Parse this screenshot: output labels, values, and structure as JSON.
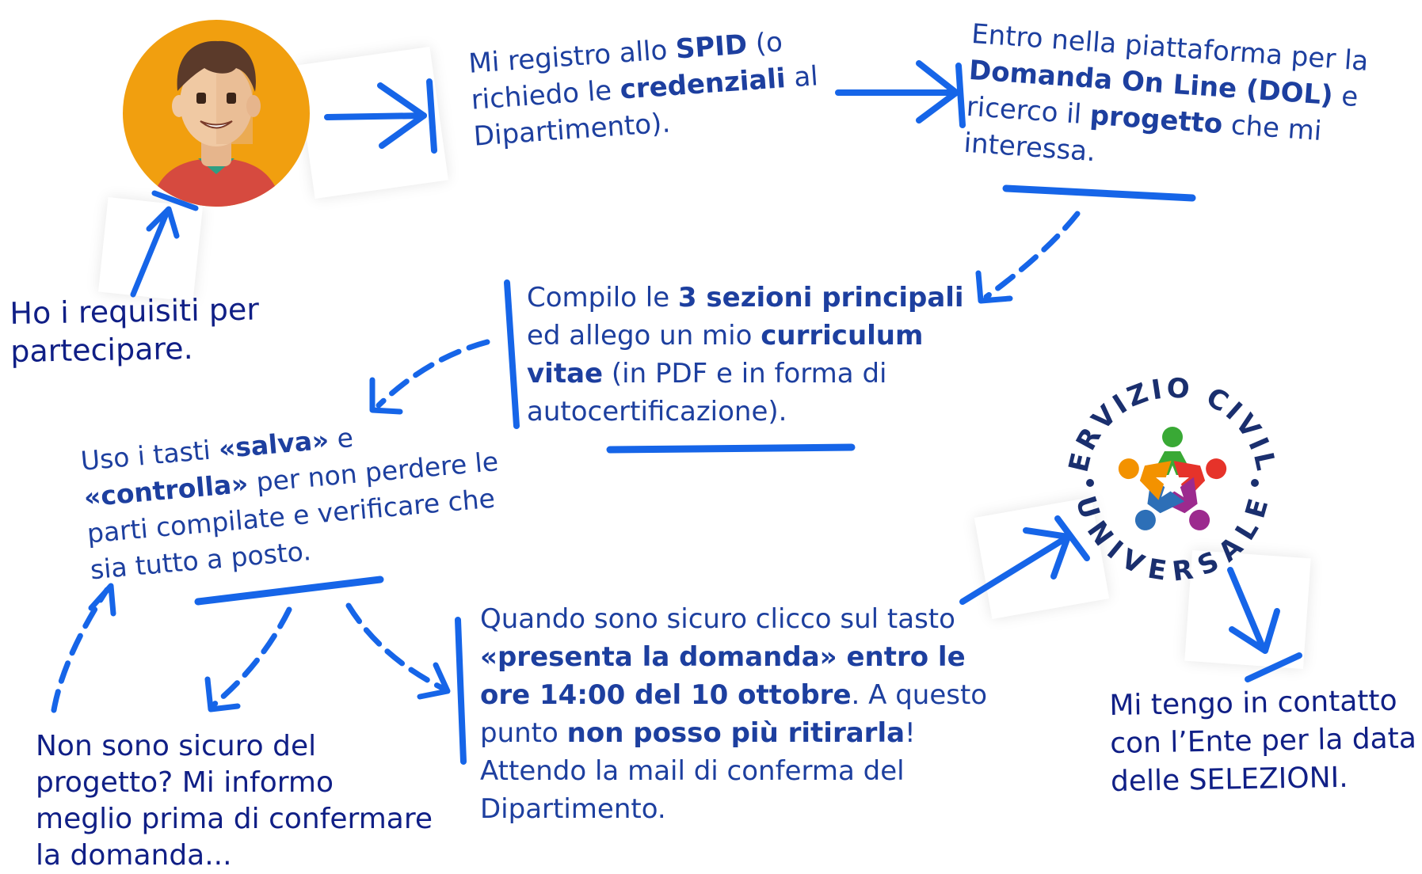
{
  "colors": {
    "ink": "#1d3f9f",
    "ink_dark": "#101f86",
    "arrow": "#1665e8",
    "avatar_bg": "#f19f0f",
    "avatar_shirt": "#d64a3f",
    "avatar_hair": "#5b3a2a",
    "avatar_skin": "#f0c9a3"
  },
  "icons": {
    "avatar": "person-avatar-icon",
    "logo": "servizio-civile-universale-logo",
    "arrow": "hand-drawn-arrow-icon"
  },
  "steps": {
    "requisiti": {
      "lines": [
        [
          {
            "t": "Ho i requisiti per",
            "b": false
          }
        ],
        [
          {
            "t": "partecipare.",
            "b": false
          }
        ]
      ]
    },
    "spid": {
      "lines": [
        [
          {
            "t": "Mi registro allo ",
            "b": false
          },
          {
            "t": "SPID",
            "b": true
          },
          {
            "t": " (o",
            "b": false
          }
        ],
        [
          {
            "t": "richiedo le ",
            "b": false
          },
          {
            "t": "credenziali",
            "b": true
          },
          {
            "t": " al",
            "b": false
          }
        ],
        [
          {
            "t": "Dipartimento).",
            "b": false
          }
        ]
      ]
    },
    "dol": {
      "lines": [
        [
          {
            "t": "Entro nella piattaforma per la",
            "b": false
          }
        ],
        [
          {
            "t": "Domanda On Line (DOL)",
            "b": true
          },
          {
            "t": " e",
            "b": false
          }
        ],
        [
          {
            "t": "ricerco il ",
            "b": false
          },
          {
            "t": "progetto",
            "b": true
          },
          {
            "t": " che mi",
            "b": false
          }
        ],
        [
          {
            "t": "interessa.",
            "b": false
          }
        ]
      ]
    },
    "compilo": {
      "lines": [
        [
          {
            "t": "Compilo le ",
            "b": false
          },
          {
            "t": "3 sezioni principali",
            "b": true
          }
        ],
        [
          {
            "t": "ed allego un mio ",
            "b": false
          },
          {
            "t": "curriculum",
            "b": true
          }
        ],
        [
          {
            "t": "vitae",
            "b": true
          },
          {
            "t": " (in PDF e in forma di",
            "b": false
          }
        ],
        [
          {
            "t": "autocertificazione).",
            "b": false
          }
        ]
      ]
    },
    "salva": {
      "lines": [
        [
          {
            "t": "Uso i tasti ",
            "b": false
          },
          {
            "t": "«salva»",
            "b": true
          },
          {
            "t": " e",
            "b": false
          }
        ],
        [
          {
            "t": "«controlla»",
            "b": true
          },
          {
            "t": " per non perdere le",
            "b": false
          }
        ],
        [
          {
            "t": "parti compilate e verificare che",
            "b": false
          }
        ],
        [
          {
            "t": "sia tutto a posto.",
            "b": false
          }
        ]
      ]
    },
    "presenta": {
      "lines": [
        [
          {
            "t": "Quando sono sicuro clicco  sul tasto",
            "b": false
          }
        ],
        [
          {
            "t": "«presenta la domanda» entro le",
            "b": true
          }
        ],
        [
          {
            "t": "ore 14:00 del 10 ottobre",
            "b": true
          },
          {
            "t": ". A questo",
            "b": false
          }
        ],
        [
          {
            "t": "punto ",
            "b": false
          },
          {
            "t": "non posso più ritirarla",
            "b": true
          },
          {
            "t": "!",
            "b": false
          }
        ],
        [
          {
            "t": "Attendo la mail di conferma del",
            "b": false
          }
        ],
        [
          {
            "t": "Dipartimento.",
            "b": false
          }
        ]
      ]
    },
    "sicuro": {
      "lines": [
        [
          {
            "t": "Non sono sicuro del",
            "b": false
          }
        ],
        [
          {
            "t": "progetto? Mi informo",
            "b": false
          }
        ],
        [
          {
            "t": "meglio prima di confermare",
            "b": false
          }
        ],
        [
          {
            "t": "la domanda...",
            "b": false
          }
        ]
      ]
    },
    "contatto": {
      "lines": [
        [
          {
            "t": "Mi tengo in contatto",
            "b": false
          }
        ],
        [
          {
            "t": "con l’Ente per la data",
            "b": false
          }
        ],
        [
          {
            "t": "delle SELEZIONI.",
            "b": false
          }
        ]
      ]
    }
  },
  "logo": {
    "text_top": "SERVIZIO CIVILE",
    "text_bottom": "UNIVERSALE"
  }
}
